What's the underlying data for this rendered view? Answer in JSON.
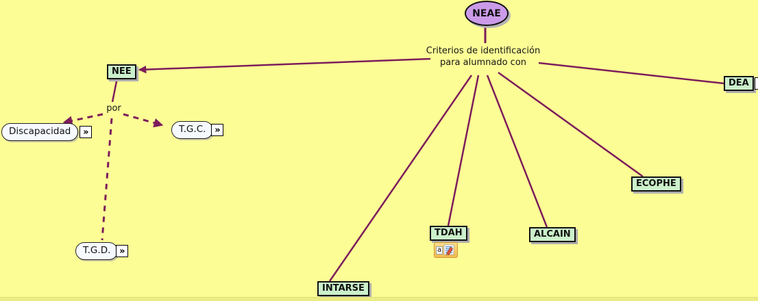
{
  "canvas": {
    "background": "#FDFD96",
    "bottom_strip_color": "#ECEC84"
  },
  "colors": {
    "edge_line": "#7C1D5B",
    "concept_green_fill": "#CBF0CB",
    "concept_white_fill": "#F6F9FE",
    "root_ellipse_fill": "#CB9BE9",
    "node_border": "#111111",
    "shadow": "#ADADAD"
  },
  "root": {
    "label": "NEAE"
  },
  "linking_phrase": {
    "line1": "Criterios de identificación",
    "line2": "para alumnado con"
  },
  "nodes": {
    "nee": {
      "label": "NEE"
    },
    "dea": {
      "label": "DEA",
      "has_link_icon": true
    },
    "ecophe": {
      "label": "ECOPHE"
    },
    "alcain": {
      "label": "ALCAIN"
    },
    "tdah": {
      "label": "TDAH",
      "has_attachment_icon": true
    },
    "intarse": {
      "label": "INTARSE"
    },
    "por": {
      "label": "por"
    },
    "discapacidad": {
      "label": "Discapacidad",
      "has_link_icon": true
    },
    "tgc": {
      "label": "T.G.C.",
      "has_link_icon": true
    },
    "tgd": {
      "label": "T.G.D.",
      "has_link_icon": true
    }
  },
  "icons": {
    "link_chevron": "»",
    "attachment_letter": "a"
  },
  "edges": [
    {
      "from": "NEAE",
      "to": "Criterios de identificación para alumnado con",
      "style": "solid"
    },
    {
      "from": "Criterios de identificación para alumnado con",
      "to": "NEE",
      "style": "solid-arrow"
    },
    {
      "from": "Criterios de identificación para alumnado con",
      "to": "DEA",
      "style": "solid"
    },
    {
      "from": "Criterios de identificación para alumnado con",
      "to": "INTARSE",
      "style": "solid"
    },
    {
      "from": "Criterios de identificación para alumnado con",
      "to": "TDAH",
      "style": "solid"
    },
    {
      "from": "Criterios de identificación para alumnado con",
      "to": "ALCAIN",
      "style": "solid"
    },
    {
      "from": "Criterios de identificación para alumnado con",
      "to": "ECOPHE",
      "style": "solid"
    },
    {
      "from": "NEE",
      "to": "por",
      "style": "solid"
    },
    {
      "from": "por",
      "to": "Discapacidad",
      "style": "dashed-arrow"
    },
    {
      "from": "por",
      "to": "T.G.C.",
      "style": "dashed-arrow"
    },
    {
      "from": "por",
      "to": "T.G.D.",
      "style": "dashed"
    }
  ]
}
